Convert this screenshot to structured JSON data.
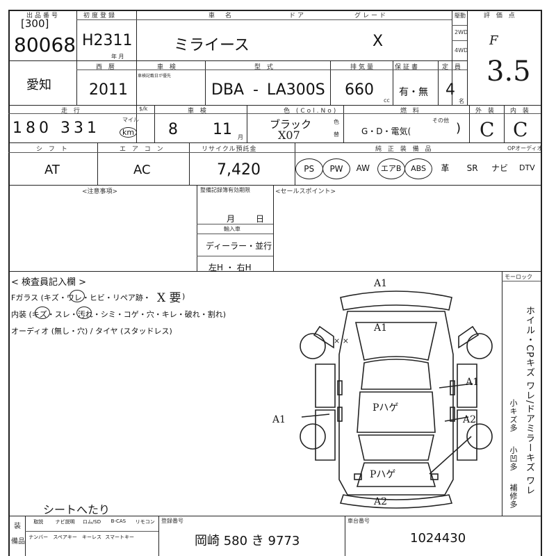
{
  "header": {
    "lot_label": "出品番号",
    "lot_bracket": "[300]",
    "lot_number": "80068",
    "reg_label": "初度登録",
    "reg_value": "H2311",
    "reg_sub": "年 月",
    "car_name_label": "車　名",
    "car_name": "ミライース",
    "door_label": "ドア",
    "grade_label": "グレード",
    "grade": "X",
    "drive_label": "駆動",
    "drive_2wd": "2WD",
    "drive_4wd": "4WD",
    "score_label": "評 価 点",
    "score_mark": "F",
    "score": "3.5"
  },
  "row2": {
    "region": "愛知",
    "year_label": "西 暦",
    "year": "2011",
    "inspection_label": "車 検",
    "inspection_sub": "車検記載日が優先",
    "model_label": "型 式",
    "model_prefix": "DBA",
    "model_dash": "-",
    "model": "LA300S",
    "cc_label": "排気量",
    "cc": "660",
    "cc_unit": "cc",
    "warranty_label": "保証書",
    "warranty": "有・無",
    "capacity_label": "定 員",
    "capacity": "4",
    "capacity_unit": "名"
  },
  "row3": {
    "mileage_label": "走 行",
    "mileage": "180 331",
    "mileage_unit_top": "マイル",
    "mileage_unit": "km",
    "shift_label": "$/k",
    "inspect2_label": "車 検",
    "inspect_month": "8",
    "inspect_day": "11",
    "inspect_unit": "月",
    "color_label": "色 (Col.No)",
    "color_name": "ブラック",
    "color_code": "X07",
    "color_change_top": "色",
    "color_change_bot": "替",
    "fuel_label": "燃 料",
    "fuel_options": "G・D・電気(",
    "fuel_other": "その他",
    "fuel_close": ")",
    "exterior_label": "外 装",
    "exterior": "C",
    "interior_label": "内 装",
    "interior": "C"
  },
  "row4": {
    "shift_label": "シ フ ト",
    "shift": "AT",
    "ac_label": "エ ア コ ン",
    "ac": "AC",
    "recycle_label": "リサイクル預託金",
    "recycle": "7,420",
    "equipment_label": "純 正 装 備 品",
    "option_label": "OPオーディオ",
    "equipment": [
      "PS",
      "PW",
      "AW",
      "エアB",
      "ABS",
      "革",
      "SR",
      "ナビ",
      "DTV"
    ],
    "equipment_circled": [
      true,
      true,
      false,
      true,
      true,
      false,
      false,
      false,
      false
    ]
  },
  "notes": {
    "caution_label": "<注意事項>",
    "maint_label": "整備記録簿有効期限",
    "maint_month": "月",
    "maint_day": "日",
    "import_label": "輸入車",
    "import_dealer": "ディーラー・並行",
    "import_hand": "左H ・ 右H",
    "sales_label": "<セールスポイント>"
  },
  "inspection": {
    "title": "< 検査員記入欄 >",
    "line1": "Fガラス (キズ・ワレ・ヒビ・リペア跡・",
    "line1_hand": "X 要",
    "line1_close": ")",
    "line2": "内装 (キズ・スレ・汚れ・シミ・コゲ・穴・キレ・破れ・割れ)",
    "line3": "オーディオ (無し・穴) / タイヤ (スタッドレス)",
    "damage_labels": [
      "A1",
      "A1",
      "A1",
      "A1",
      "A2",
      "A2"
    ],
    "damage_paint1": "Pハゲ",
    "damage_paint2": "Pハゲ",
    "damage_xx": "× ×",
    "seat_note": "シートへたり",
    "side_label": "モーロック",
    "side_vertical": "ホイル・CPキズ ワレ/ドアミラーキズ ワレ",
    "side_small": "小キズ多",
    "side_small2": "小凹多",
    "side_repair": "補修多"
  },
  "footer": {
    "col1_top": "装",
    "col1_bot": "備品",
    "items_row1": [
      "取説",
      "ナビ説明",
      "ロム/SD",
      "B-CAS",
      "リモコン"
    ],
    "items_row2": [
      "ナンバー",
      "スペアキー",
      "キーレス",
      "スマートキー"
    ],
    "plate_label": "登録番号",
    "plate": "岡崎 580 き 9773",
    "vin_label": "車台番号",
    "vin": "1024430"
  }
}
